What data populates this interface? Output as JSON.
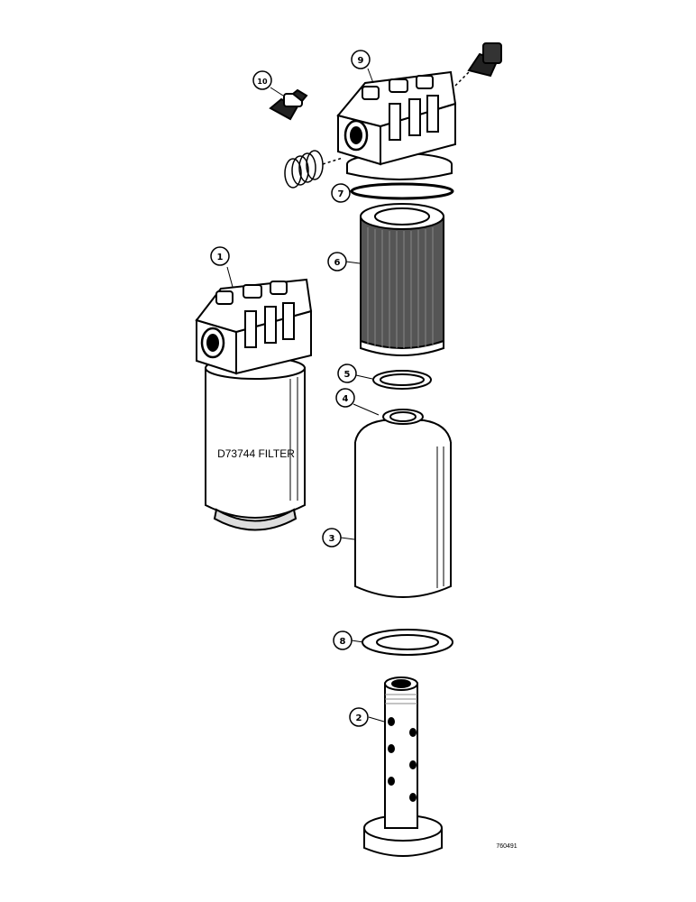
{
  "callouts": [
    {
      "id": "c1",
      "label": "1"
    },
    {
      "id": "c2",
      "label": "2"
    },
    {
      "id": "c3",
      "label": "3"
    },
    {
      "id": "c4",
      "label": "4"
    },
    {
      "id": "c5",
      "label": "5"
    },
    {
      "id": "c6",
      "label": "6"
    },
    {
      "id": "c7",
      "label": "7"
    },
    {
      "id": "c8",
      "label": "8"
    },
    {
      "id": "c9",
      "label": "9"
    },
    {
      "id": "c10",
      "label": "10"
    }
  ],
  "filter_label": "D73744 FILTER",
  "figure_id": "760491",
  "colors": {
    "ink": "#000000",
    "paper": "#ffffff"
  }
}
